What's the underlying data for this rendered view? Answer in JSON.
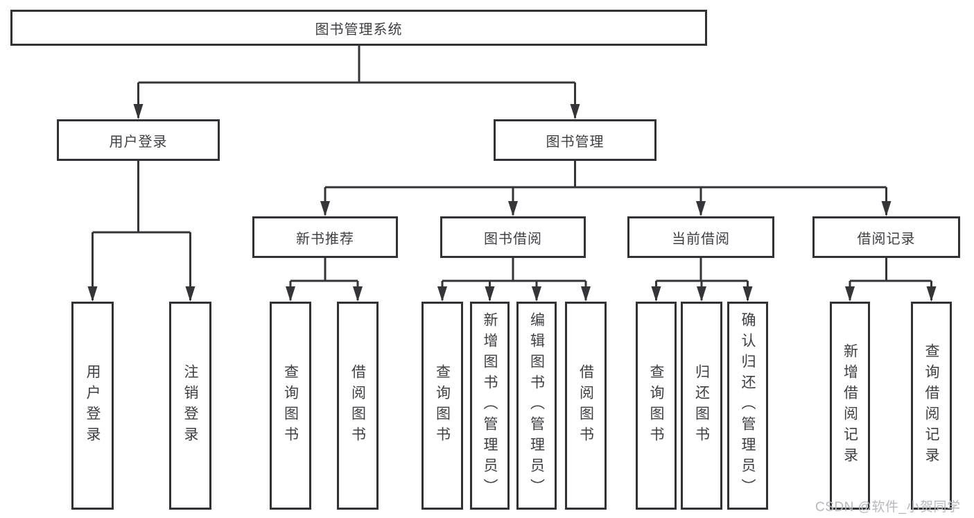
{
  "diagram": {
    "root": "图书管理系统",
    "level2": {
      "user_login": "用户登录",
      "book_management": "图书管理"
    },
    "level3": {
      "new_book_recommend": "新书推荐",
      "book_borrow": "图书借阅",
      "current_borrow": "当前借阅",
      "borrow_records": "借阅记录"
    },
    "leaves": {
      "user_login": [
        "用户登录",
        "注销登录"
      ],
      "new_book_recommend": [
        "查询图书",
        "借阅图书"
      ],
      "book_borrow": [
        "查询图书",
        "新增图书（管理员）",
        "编辑图书（管理员）",
        "借阅图书"
      ],
      "current_borrow": [
        "查询图书",
        "归还图书",
        "确认归还（管理员）"
      ],
      "borrow_records": [
        "新增借阅记录",
        "查询借阅记录"
      ]
    }
  },
  "watermark": "CSDN @软件_小贺同学",
  "colors": {
    "line": "#333538",
    "border": "#303236",
    "text": "#3d3f43",
    "box_bg": "#ffffff",
    "watermark": "#b6b9bd"
  }
}
